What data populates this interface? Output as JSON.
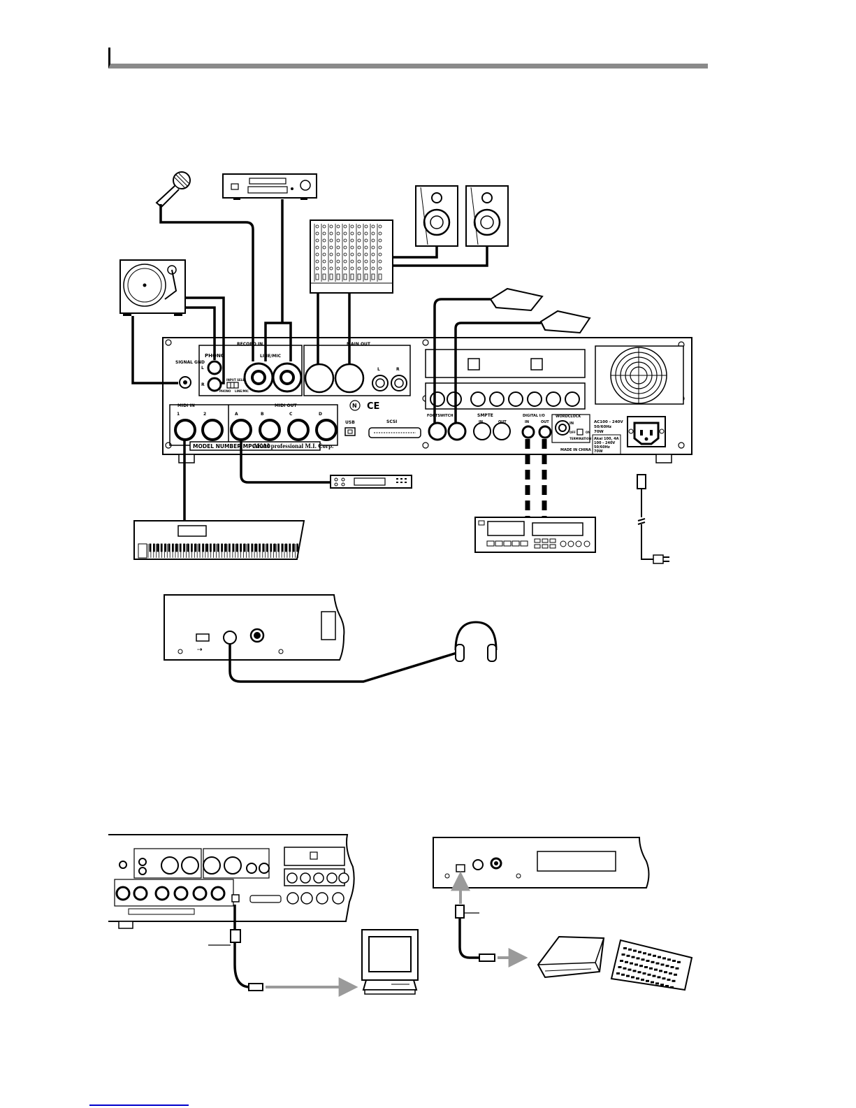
{
  "colors": {
    "ink": "#000000",
    "panel_grey": "#8a8a8a",
    "arrow_grey": "#9a9a9a",
    "footer_line": "#0000cc"
  },
  "rear_panel": {
    "signal_gnd": "SIGNAL GND",
    "record_in": "RECORD IN",
    "phono": "PHONO",
    "line_mic": "LINE/MIC",
    "input_select": "INPUT SELECT",
    "phono_opt": "PHONO",
    "line_mic_opt": "LINE/MIC",
    "main_out": "MAIN OUT",
    "l": "L",
    "r": "R",
    "midi_in": "MIDI IN",
    "midi_out": "MIDI OUT",
    "midi_in_ports": [
      "1",
      "2"
    ],
    "midi_out_ports": [
      "A",
      "B",
      "C",
      "D"
    ],
    "usb": "USB",
    "scsi": "SCSI",
    "footswitch": "FOOTSWITCH",
    "smpte": "SMPTE",
    "digital_io": "DIGITAL I/O",
    "wordclock": "WORDCLOCK",
    "in": "IN",
    "out": "OUT",
    "termination": "TERMINATION",
    "off": "OFF",
    "on": "ON",
    "made_in": "MADE IN CHINA",
    "model_label": "MODEL NUMBER MPC4000",
    "brand": "AKAI professional M.I. Corp.",
    "power_spec_1": [
      "AC100 - 240V",
      "50/60Hz",
      "70W"
    ],
    "power_spec_2": [
      "Akai 100, 4A",
      "100 - 240V",
      "50/60Hz",
      "70W"
    ],
    "ce_mark": "CE"
  }
}
